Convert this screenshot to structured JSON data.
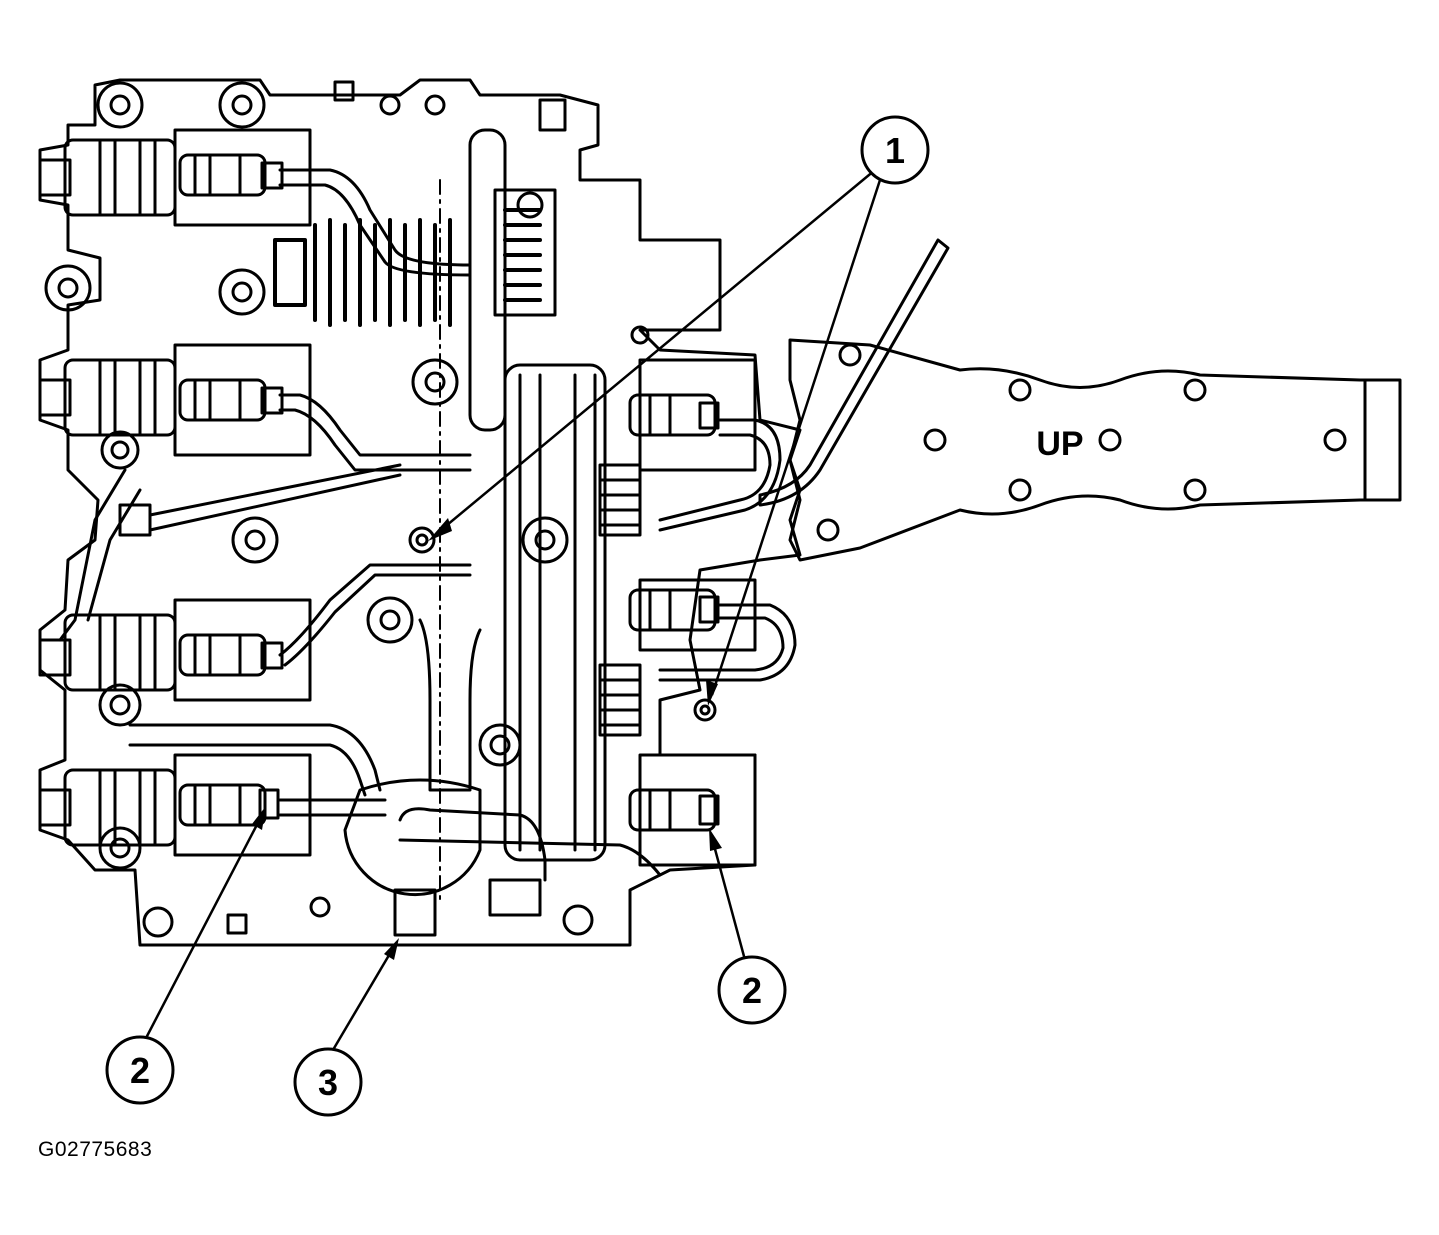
{
  "figure_id": "G02775683",
  "callouts": [
    {
      "id": "callout-1",
      "label": "1"
    },
    {
      "id": "callout-2-left",
      "label": "2"
    },
    {
      "id": "callout-2-right",
      "label": "2"
    },
    {
      "id": "callout-3",
      "label": "3"
    }
  ],
  "bracket_label": "UP",
  "colors": {
    "ink": "#000000",
    "paper": "#ffffff"
  }
}
